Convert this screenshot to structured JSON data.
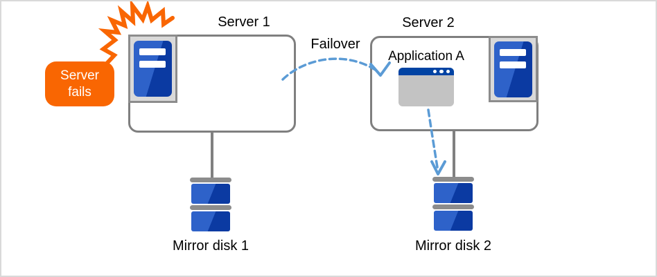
{
  "diagram": {
    "failure_badge": {
      "line1": "Server",
      "line2": "fails"
    },
    "failover_label": "Failover",
    "servers": [
      {
        "name": "Server 1",
        "disk_label": "Mirror disk 1"
      },
      {
        "name": "Server 2",
        "disk_label": "Mirror disk 2",
        "application_label": "Application A"
      }
    ],
    "icons": [
      "explosion-burst-icon",
      "server-tower-icon",
      "application-window-icon",
      "mirror-disk-icon",
      "failover-arrow-icon",
      "app-to-disk-arrow-icon"
    ]
  },
  "colors": {
    "accent_orange": "#F96602",
    "arrow_blue": "#5B9BD5",
    "tower_light": "#2E62C9",
    "tower_dark": "#0B3AA2",
    "titlebar_blue": "#0143A3",
    "box_border": "#7F7F7F",
    "frame_fill": "#D9D9D9",
    "frame_border": "#8C8C8C",
    "window_body": "#C3C3C3",
    "disk_gray": "#8C8C8C",
    "connector_gray": "#808080"
  }
}
